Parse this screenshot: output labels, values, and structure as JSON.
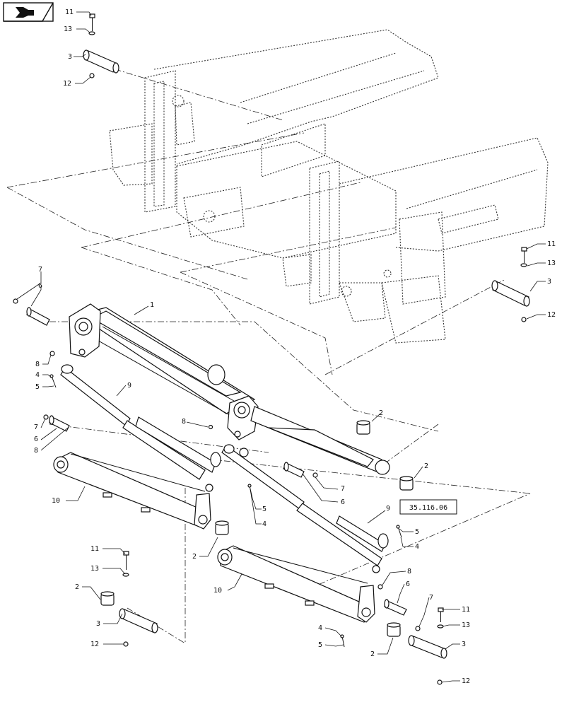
{
  "nav_icon": "navigation-arrow-icon",
  "reference_box": "35.116.06",
  "callouts": [
    {
      "id": "c11a",
      "text": "11"
    },
    {
      "id": "c13a",
      "text": "13"
    },
    {
      "id": "c3a",
      "text": "3"
    },
    {
      "id": "c12a",
      "text": "12"
    },
    {
      "id": "c11b",
      "text": "11"
    },
    {
      "id": "c13b",
      "text": "13"
    },
    {
      "id": "c3b",
      "text": "3"
    },
    {
      "id": "c12b",
      "text": "12"
    },
    {
      "id": "c7a",
      "text": "7"
    },
    {
      "id": "c6a",
      "text": "6"
    },
    {
      "id": "c1",
      "text": "1"
    },
    {
      "id": "c8a",
      "text": "8"
    },
    {
      "id": "c4a",
      "text": "4"
    },
    {
      "id": "c5a",
      "text": "5"
    },
    {
      "id": "c9a",
      "text": "9"
    },
    {
      "id": "c7b",
      "text": "7"
    },
    {
      "id": "c6b",
      "text": "6"
    },
    {
      "id": "c8b",
      "text": "8"
    },
    {
      "id": "c8c",
      "text": "8"
    },
    {
      "id": "c2a",
      "text": "2"
    },
    {
      "id": "c2b",
      "text": "2"
    },
    {
      "id": "c10a",
      "text": "10"
    },
    {
      "id": "c7c",
      "text": "7"
    },
    {
      "id": "c6c",
      "text": "6"
    },
    {
      "id": "c5b",
      "text": "5"
    },
    {
      "id": "c4b",
      "text": "4"
    },
    {
      "id": "c9b",
      "text": "9"
    },
    {
      "id": "c5c",
      "text": "5"
    },
    {
      "id": "c4c",
      "text": "4"
    },
    {
      "id": "c2c",
      "text": "2"
    },
    {
      "id": "c11c",
      "text": "11"
    },
    {
      "id": "c13c",
      "text": "13"
    },
    {
      "id": "c2d",
      "text": "2"
    },
    {
      "id": "c3c",
      "text": "3"
    },
    {
      "id": "c12c",
      "text": "12"
    },
    {
      "id": "c10b",
      "text": "10"
    },
    {
      "id": "c8d",
      "text": "8"
    },
    {
      "id": "c6d",
      "text": "6"
    },
    {
      "id": "c7d",
      "text": "7"
    },
    {
      "id": "c11d",
      "text": "11"
    },
    {
      "id": "c13d",
      "text": "13"
    },
    {
      "id": "c4d",
      "text": "4"
    },
    {
      "id": "c5d",
      "text": "5"
    },
    {
      "id": "c2e",
      "text": "2"
    },
    {
      "id": "c3d",
      "text": "3"
    },
    {
      "id": "c12d",
      "text": "12"
    }
  ]
}
